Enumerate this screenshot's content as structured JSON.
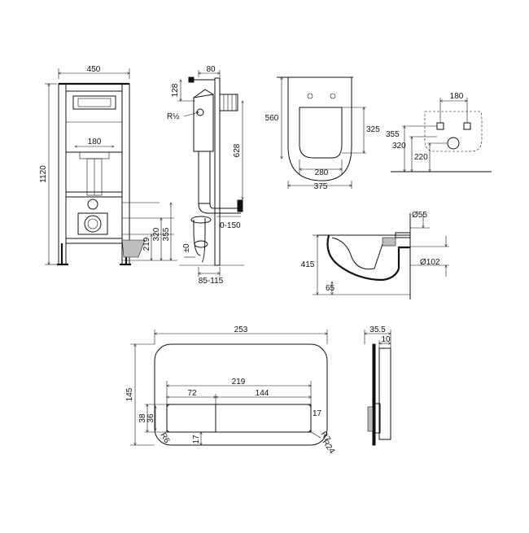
{
  "frame_front": {
    "width": "450",
    "height": "1120",
    "inner": "180",
    "d1": "219",
    "d2": "320",
    "d3": "355"
  },
  "frame_side": {
    "top": "80",
    "top_off": "128",
    "thread": "R½",
    "h628": "628",
    "range": "0-150",
    "zero": "±0",
    "bottom": "85-115"
  },
  "bowl_top": {
    "length": "560",
    "d325": "325",
    "w280": "280",
    "w375": "375"
  },
  "bowl_back": {
    "w180": "180",
    "h355": "355",
    "h320": "320",
    "h220": "220"
  },
  "bowl_side": {
    "d55": "Ø55",
    "d102": "Ø102",
    "h415": "415",
    "h65": "65"
  },
  "plate_front": {
    "w253": "253",
    "w219": "219",
    "w72": "72",
    "w144": "144",
    "h145": "145",
    "h38": "38",
    "h36": "36",
    "r6": "R6",
    "h17a": "17",
    "h17b": "17",
    "r7": "R7",
    "r24": "R24"
  },
  "plate_side": {
    "d35": "35.5",
    "d10": "10"
  }
}
